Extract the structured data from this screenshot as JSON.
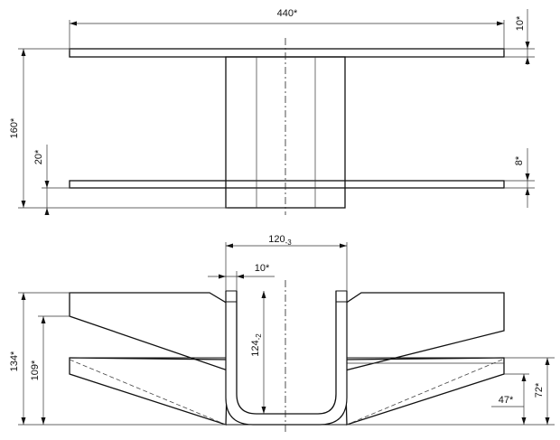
{
  "top_view": {
    "width_dim": "440*",
    "height_dim": "160*",
    "top_plate_dim": "10*",
    "lower_gap_dim": "20*",
    "bottom_plate_dim": "8*"
  },
  "bottom_view": {
    "channel_width_dim": "120",
    "channel_width_tol": "-3",
    "wall_dim": "10*",
    "depth_dim": "124",
    "depth_tol": "-2",
    "total_height_dim": "134*",
    "mid_height_dim": "109*",
    "right_height_dim": "72*",
    "right_small_dim": "47*"
  }
}
